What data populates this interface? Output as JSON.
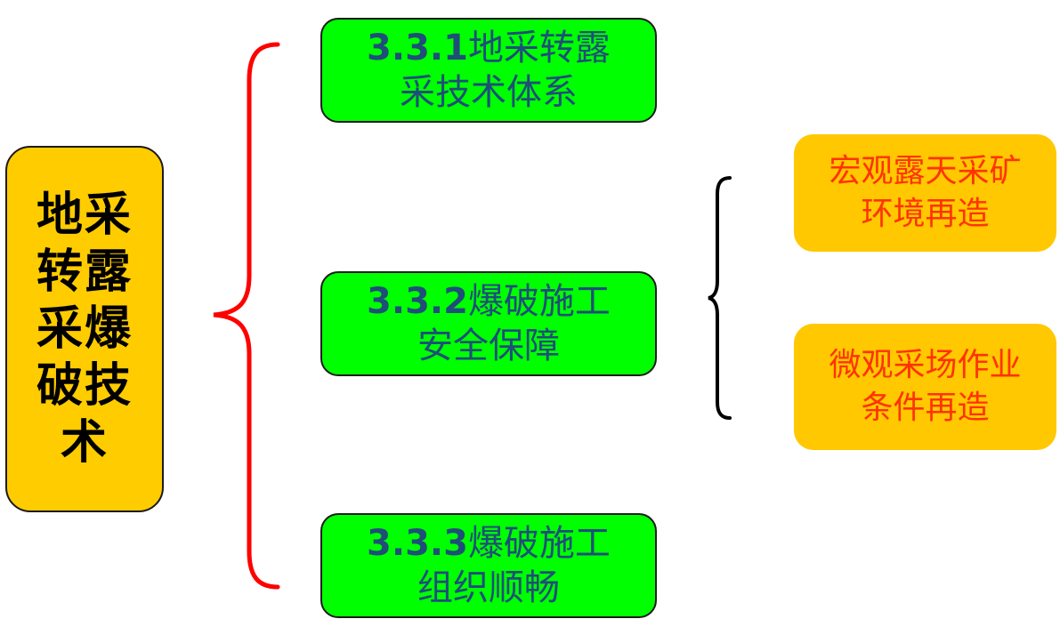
{
  "root": {
    "lines": [
      "地采",
      "转露",
      "采爆",
      "破技",
      "术"
    ],
    "bg_color": "#ffcc00",
    "text_color": "#000000"
  },
  "topics": [
    {
      "number": "3.3.1",
      "line1_rest": "地采转露",
      "line2": "采技术体系"
    },
    {
      "number": "3.3.2",
      "line1_rest": "爆破施工",
      "line2": "安全保障"
    },
    {
      "number": "3.3.3",
      "line1_rest": "爆破施工",
      "line2": "组织顺畅"
    }
  ],
  "topic_style": {
    "bg_color": "#00ff00",
    "text_color": "#1f4e79"
  },
  "subtopics": [
    {
      "line1": "宏观露天采矿",
      "line2": "环境再造"
    },
    {
      "line1": "微观采场作业",
      "line2": "条件再造"
    }
  ],
  "subtopic_style": {
    "bg_color": "#ffc800",
    "text_color": "#ff3300"
  },
  "connectors": {
    "main_brace_color": "#ff0000",
    "sub_brace_color": "#000000"
  }
}
